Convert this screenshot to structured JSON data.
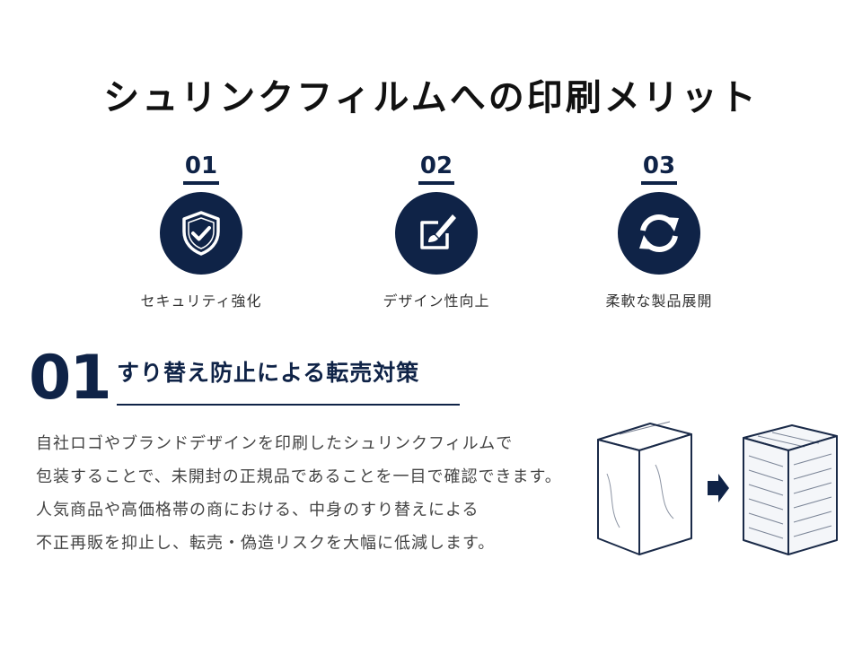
{
  "title": "シュリンクフィルムへの印刷メリット",
  "features": [
    {
      "num": "01",
      "label": "セキュリティ強化",
      "icon": "shield-check-icon"
    },
    {
      "num": "02",
      "label": "デザイン性向上",
      "icon": "paintbrush-canvas-icon"
    },
    {
      "num": "03",
      "label": "柔軟な製品展開",
      "icon": "refresh-cycle-icon"
    }
  ],
  "section": {
    "num": "01",
    "heading": "すり替え防止による転売対策",
    "paragraph": [
      "自社ロゴやブランドデザインを印刷したシュリンクフィルムで",
      "包装することで、未開封の正規品であることを一目で確認できます。",
      "人気商品や高価格帯の商における、中身のすり替えによる",
      "不正再販を抑止し、転売・偽造リスクを大幅に低減します。"
    ]
  },
  "colors": {
    "accent": "#0f2347"
  }
}
